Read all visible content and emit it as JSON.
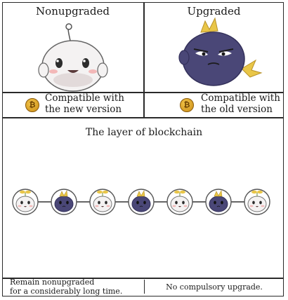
{
  "panels": {
    "left": {
      "heading": "Nonupgraded",
      "compat_line1": "Compatible with",
      "compat_line2": "the new version",
      "coin_icon": "bitcoin-coin-icon"
    },
    "right": {
      "heading": "Upgraded",
      "compat_line1": "Compatible with",
      "compat_line2": "the old version",
      "coin_icon": "bitcoin-coin-icon"
    }
  },
  "layer": {
    "title": "The layer of blockchain",
    "chain": [
      "white",
      "dark",
      "white",
      "dark",
      "white",
      "dark",
      "white"
    ]
  },
  "footer": {
    "left_line1": "Remain nonupgraded",
    "left_line2": "for a considerably long time.",
    "right": "No compulsory upgrade."
  },
  "colors": {
    "white_blob": "#f4f2f2",
    "dark_blob": "#4a4777",
    "sprout": "#e9c648",
    "border": "#2a2a2a"
  }
}
